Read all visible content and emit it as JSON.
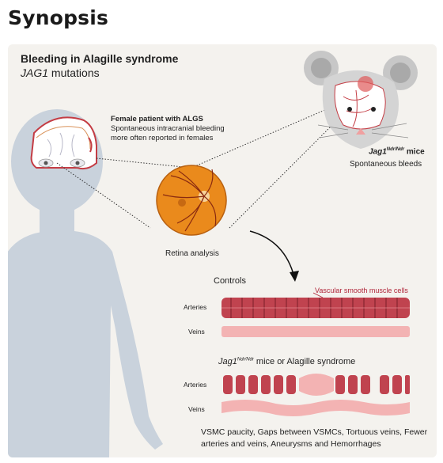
{
  "page_heading": "Synopsis",
  "panel": {
    "title": "Bleeding in Alagille syndrome",
    "subtitle_gene": "JAG1",
    "subtitle_rest": " mutations"
  },
  "patient": {
    "heading": "Female patient with ALGS",
    "description": "Spontaneous intracranial bleeding more often reported in females"
  },
  "mouse": {
    "name_prefix": "Jag1",
    "name_superscript": "Ndr/Ndr",
    "name_suffix": " mice",
    "description": "Spontaneous bleeds"
  },
  "retina": {
    "label": "Retina analysis"
  },
  "controls": {
    "heading": "Controls",
    "vsmc_label": "Vascular smooth muscle cells",
    "arteries_label": "Arteries",
    "veins_label": "Veins"
  },
  "disease": {
    "heading_prefix": "Jag1",
    "heading_superscript": "Ndr/Ndr",
    "heading_suffix": " mice or Alagille syndrome",
    "arteries_label": "Arteries",
    "veins_label": "Veins"
  },
  "findings": "VSMC paucity, Gaps between VSMCs, Tortuous veins, Fewer arteries and veins, Aneurysms and Hemorrhages",
  "colors": {
    "panel_bg": "#f4f2ee",
    "body_silhouette": "#c9d2dc",
    "artery_cell": "#c0434f",
    "vein": "#f3b3b3",
    "retina": "#ea8a1c",
    "accent_red": "#b0263a"
  }
}
